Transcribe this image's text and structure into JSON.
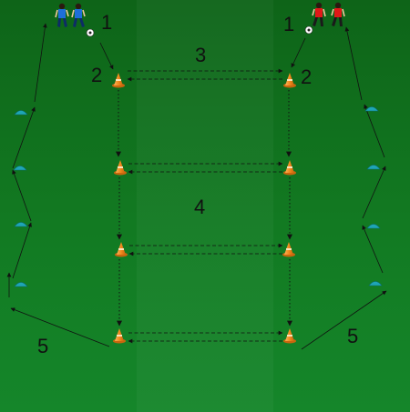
{
  "labels": {
    "player_start_left": "1",
    "player_start_right": "1",
    "first_cone_left": "2",
    "first_cone_right": "2",
    "pass_exchange": "3",
    "dribble_channel": "4",
    "return_run_left": "5",
    "return_run_right": "5"
  },
  "colors": {
    "pitch_dark": "#0e6418",
    "pitch_light": "#15862a",
    "team_left": "#1e6fd8",
    "team_right": "#e01818",
    "cone": "#f39a2a",
    "marker": "#1fa5b5",
    "lines": "#111111"
  },
  "icons": [
    "player-icon",
    "ball-icon",
    "cone-icon",
    "marker-icon"
  ]
}
